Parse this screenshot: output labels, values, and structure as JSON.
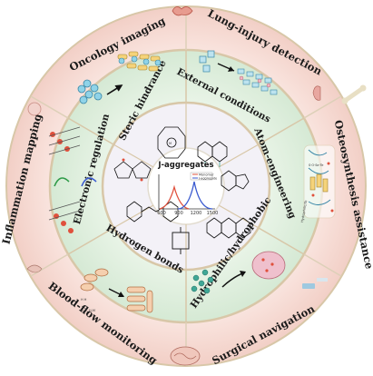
{
  "applications": {
    "oncology_imaging": "Oncology imaging",
    "lung_injury_detection": "Lung-injury detection",
    "osteosynthesis_assistance": "Osteosynthesis assistance",
    "surgical_navigation": "Surgical navigation",
    "blood_flow_monitoring": "Blood-flow monitoring",
    "inflammation_mapping": "Inflammation mapping"
  },
  "strategies": {
    "steric_hindrance": "Steric hindrance",
    "external_conditions": "External conditions",
    "atom_engineering": "Atom-engineering",
    "hydrophilic_hydrophobic": "Hydrophilic/hydrophobic",
    "hydrogen_bonds": "Hydrogen bonds",
    "electronic_regulation": "Electronic regulation"
  },
  "center": {
    "title": "J-aggregates",
    "x_ticks": [
      "600",
      "900",
      "1200",
      "1500"
    ],
    "legend_mono": "Monomer",
    "legend_agg": "J-aggregate"
  },
  "misc_labels": {
    "hb_legend": "H   H",
    "bond_legend": "N-O, H-M",
    "atom_labels": "S·O·Se·Te",
    "scale_label": "Hydrophilic/Te"
  },
  "colors": {
    "outer_ring": "#f6dcd6",
    "ring_border": "#d8c7a8",
    "middle_ring": "#ddeede",
    "center_disc": "#ffffff",
    "cyan": "#8fd3e8",
    "orange": "#f0b565",
    "red": "#e0503c"
  }
}
